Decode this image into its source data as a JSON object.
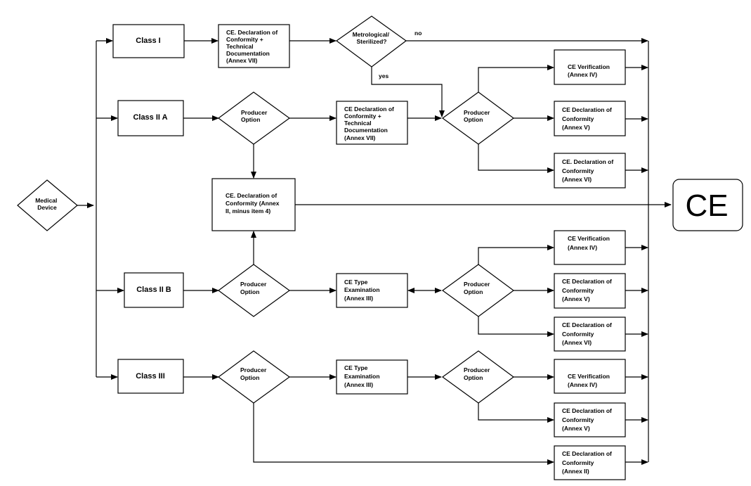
{
  "nodes": {
    "medical_device": [
      "Medical",
      "Device"
    ],
    "class_i": [
      "Class I"
    ],
    "class_iia": [
      "Class II A"
    ],
    "class_iib": [
      "Class II B"
    ],
    "class_iii": [
      "Class III"
    ],
    "ci_declaration": [
      "CE. Declaration of",
      "Conformity +",
      "Technical",
      "Documentation",
      "(Annex VII)"
    ],
    "metrological": [
      "Metrological/",
      "Sterilized?"
    ],
    "iia_option": [
      "Producer",
      "Option"
    ],
    "iia_declaration": [
      "CE Declaration of",
      "Conformity +",
      "Technical",
      "Documentation",
      "(Annex VII)"
    ],
    "upper_option": [
      "Producer",
      "Option"
    ],
    "upper_verification": [
      "CE Verification",
      "(Annex IV)"
    ],
    "upper_decl_v": [
      "CE Declaration of",
      "Conformity",
      "(Annex V)"
    ],
    "upper_decl_vi": [
      "CE. Declaration of",
      "Conformity",
      "(Annex VI)"
    ],
    "annex_ii_minus4": [
      "CE. Declaration of",
      "Conformity (Annex",
      "II, minus item 4)"
    ],
    "ce_mark": [
      "CE"
    ],
    "iib_option": [
      "Producer",
      "Option"
    ],
    "iib_type": [
      "CE Type",
      "Examination",
      "(Annex III)"
    ],
    "iib_option2": [
      "Producer",
      "Option"
    ],
    "iib_verification": [
      "CE Verification",
      "(Annex IV)"
    ],
    "iib_decl_v": [
      "CE Declaration of",
      "Conformity",
      "(Annex V)"
    ],
    "iib_decl_vi": [
      "CE Declaration of",
      "Conformity",
      "(Annex VI)"
    ],
    "iii_option": [
      "Producer",
      "Option"
    ],
    "iii_type": [
      "CE Type",
      "Examination",
      "(Annex III)"
    ],
    "iii_option2": [
      "Producer",
      "Option"
    ],
    "iii_verification": [
      "CE Verification",
      "(Annex IV)"
    ],
    "iii_decl_v": [
      "CE Declaration of",
      "Conformity",
      "(Annex V)"
    ],
    "iii_decl_ii": [
      "CE Declaration of",
      "Conformity",
      "(Annex II)"
    ]
  },
  "edge_labels": {
    "no": "no",
    "yes": "yes"
  }
}
